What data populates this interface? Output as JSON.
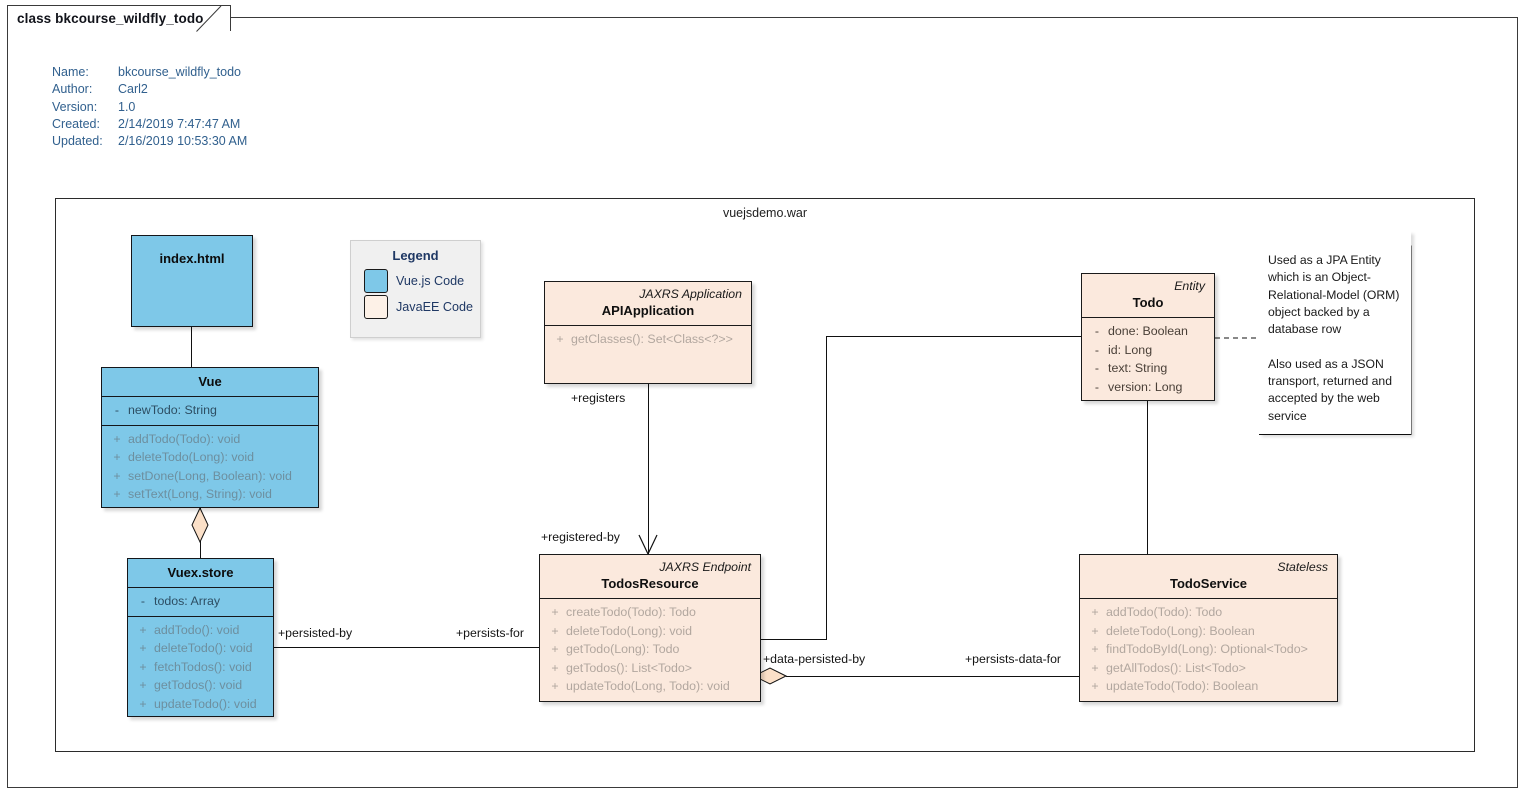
{
  "window": {
    "tab_label": "class bkcourse_wildfly_todo"
  },
  "meta": {
    "rows": [
      {
        "key": "Name:",
        "value": "bkcourse_wildfly_todo"
      },
      {
        "key": "Author:",
        "value": "Carl2"
      },
      {
        "key": "Version:",
        "value": "1.0"
      },
      {
        "key": "Created:",
        "value": "2/14/2019 7:47:47 AM"
      },
      {
        "key": "Updated:",
        "value": "2/16/2019 10:53:30 AM"
      }
    ]
  },
  "package": {
    "title": "vuejsdemo.war"
  },
  "legend": {
    "title": "Legend",
    "items": [
      {
        "label": "Vue.js Code",
        "color": "#7ec8e8"
      },
      {
        "label": "JavaEE Code",
        "color": "#fdf1e7"
      }
    ]
  },
  "classes": {
    "index_html": {
      "name": "index.html",
      "stereotype": "",
      "attributes": [],
      "operations": []
    },
    "vue": {
      "name": "Vue",
      "stereotype": "",
      "attributes": [
        {
          "vis": "-",
          "sig": "newTodo: String"
        }
      ],
      "operations": [
        {
          "vis": "+",
          "sig": "addTodo(Todo): void"
        },
        {
          "vis": "+",
          "sig": "deleteTodo(Long): void"
        },
        {
          "vis": "+",
          "sig": "setDone(Long, Boolean): void"
        },
        {
          "vis": "+",
          "sig": "setText(Long, String): void"
        }
      ]
    },
    "vuex_store": {
      "name": "Vuex.store",
      "stereotype": "",
      "attributes": [
        {
          "vis": "-",
          "sig": "todos: Array"
        }
      ],
      "operations": [
        {
          "vis": "+",
          "sig": "addTodo(): void"
        },
        {
          "vis": "+",
          "sig": "deleteTodo(): void"
        },
        {
          "vis": "+",
          "sig": "fetchTodos(): void"
        },
        {
          "vis": "+",
          "sig": "getTodos(): void"
        },
        {
          "vis": "+",
          "sig": "updateTodo(): void"
        }
      ]
    },
    "api_application": {
      "name": "APIApplication",
      "stereotype": "JAXRS Application",
      "attributes": [],
      "operations": [
        {
          "vis": "+",
          "sig": "getClasses(): Set<Class<?>>"
        }
      ]
    },
    "todos_resource": {
      "name": "TodosResource",
      "stereotype": "JAXRS Endpoint",
      "attributes": [],
      "operations": [
        {
          "vis": "+",
          "sig": "createTodo(Todo): Todo"
        },
        {
          "vis": "+",
          "sig": "deleteTodo(Long): void"
        },
        {
          "vis": "+",
          "sig": "getTodo(Long): Todo"
        },
        {
          "vis": "+",
          "sig": "getTodos(): List<Todo>"
        },
        {
          "vis": "+",
          "sig": "updateTodo(Long, Todo): void"
        }
      ]
    },
    "todo": {
      "name": "Todo",
      "stereotype": "Entity",
      "attributes": [
        {
          "vis": "-",
          "sig": "done: Boolean"
        },
        {
          "vis": "-",
          "sig": "id: Long"
        },
        {
          "vis": "-",
          "sig": "text: String"
        },
        {
          "vis": "-",
          "sig": "version: Long"
        }
      ],
      "operations": []
    },
    "todo_service": {
      "name": "TodoService",
      "stereotype": "Stateless",
      "attributes": [],
      "operations": [
        {
          "vis": "+",
          "sig": "addTodo(Todo): Todo"
        },
        {
          "vis": "+",
          "sig": "deleteTodo(Long): Boolean"
        },
        {
          "vis": "+",
          "sig": "findTodoById(Long): Optional<Todo>"
        },
        {
          "vis": "+",
          "sig": "getAllTodos(): List<Todo>"
        },
        {
          "vis": "+",
          "sig": "updateTodo(Todo): Boolean"
        }
      ]
    }
  },
  "note": {
    "text": "Used as a JPA Entity which is an Object-Relational-Model (ORM) object backed by a database row\n\nAlso used as a JSON transport, returned and accepted by the web service"
  },
  "edges": {
    "registers": "+registers",
    "registered_by": "+registered-by",
    "persisted_by": "+persisted-by",
    "persists_for": "+persists-for",
    "data_persisted_by": "+data-persisted-by",
    "persists_data_for": "+persists-data-for"
  }
}
